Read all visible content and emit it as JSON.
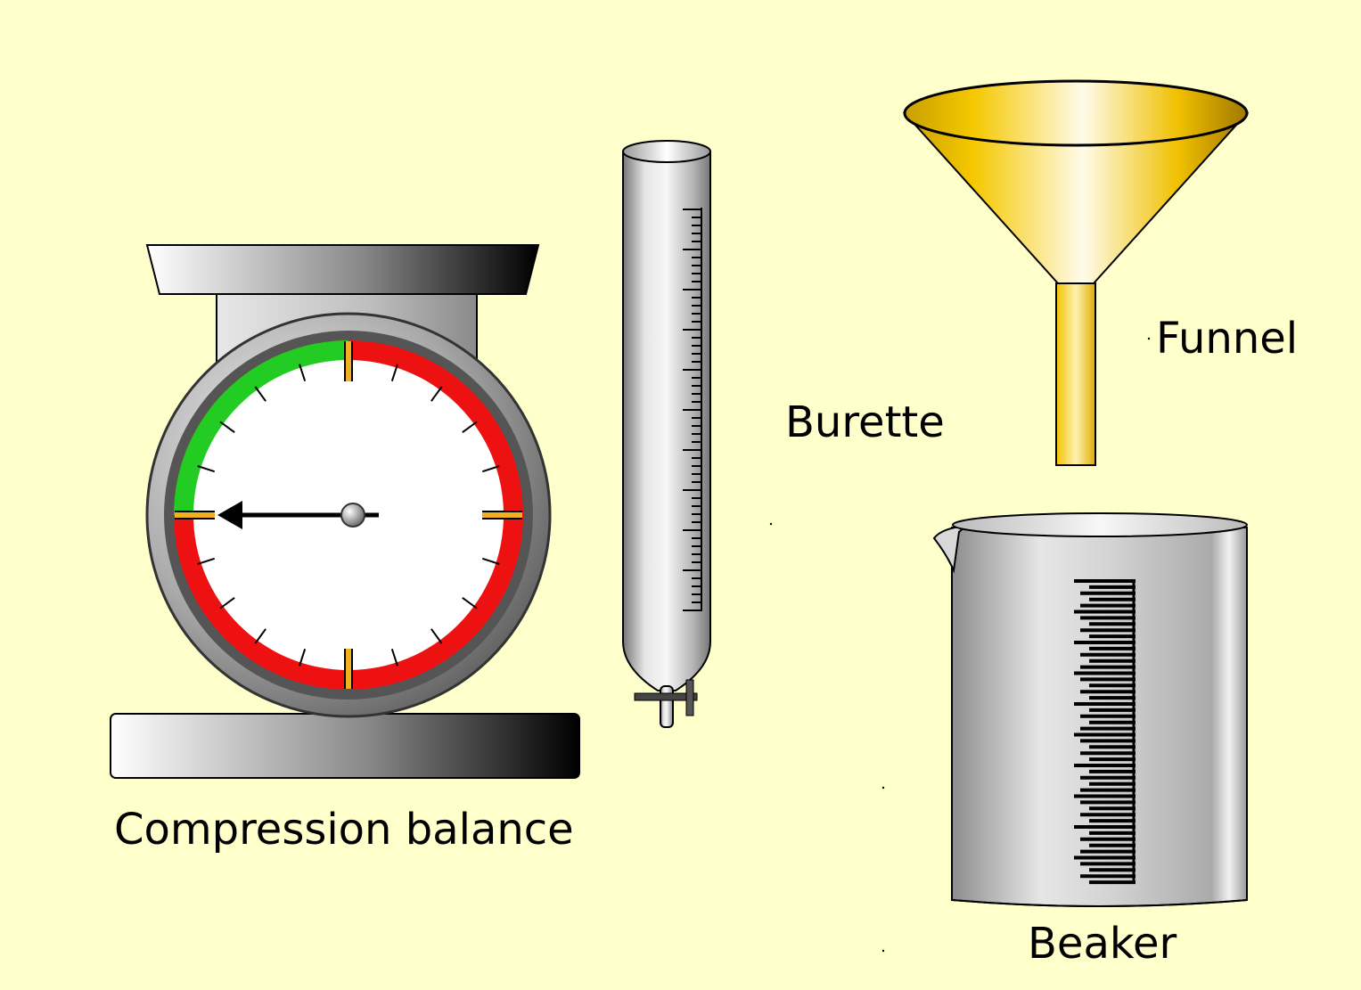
{
  "colors": {
    "background": "#ffffcc",
    "dial_green": "#22cc22",
    "dial_red": "#ee1111",
    "dial_marker": "#f0b020",
    "funnel_gold": "#f5c800",
    "metal_light": "#eeeeee",
    "metal_dark": "#444444"
  },
  "labels": {
    "balance": "Compression balance",
    "burette": "Burette",
    "funnel": "Funnel",
    "beaker": "Beaker"
  },
  "icons": {
    "balance": "compression-balance-icon",
    "burette": "burette-icon",
    "funnel": "funnel-icon",
    "beaker": "beaker-icon"
  },
  "balance": {
    "dial_ticks": 20,
    "pointer_reading": 0.75
  }
}
